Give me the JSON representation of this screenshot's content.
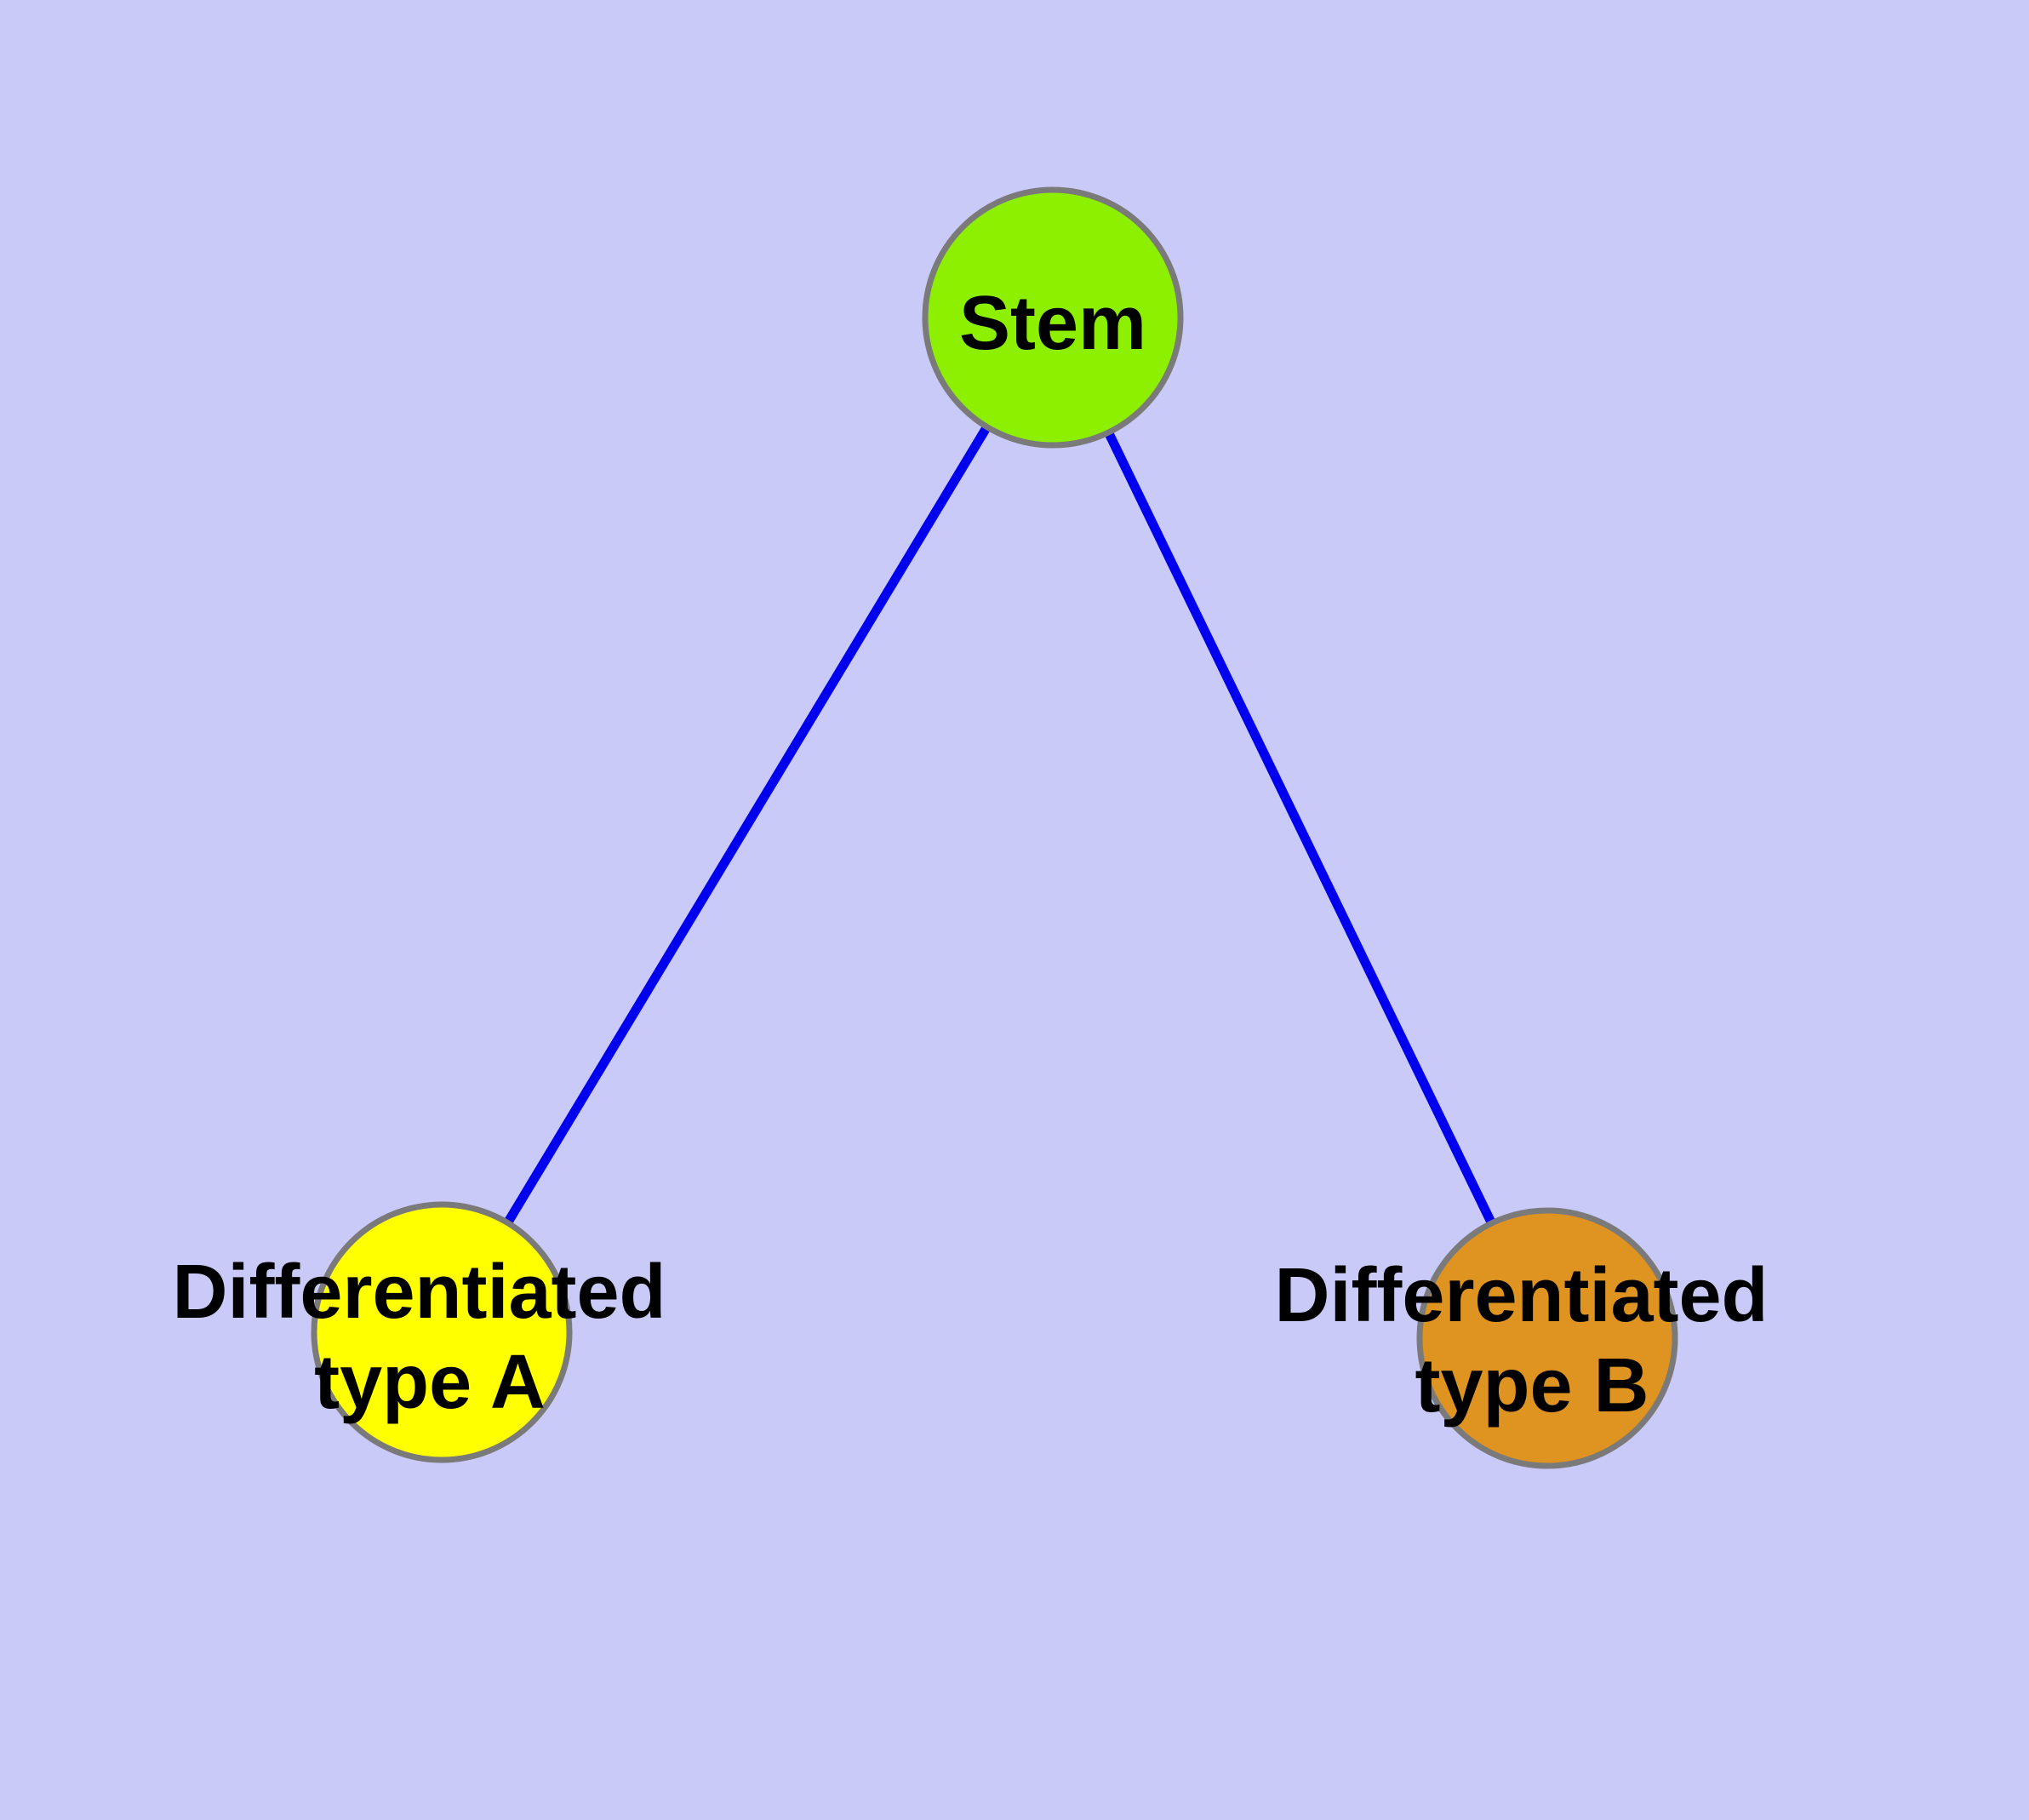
{
  "diagram": {
    "title": "Stem cell differentiation diagram",
    "background_color": "#CACAF8",
    "edge_color": "#0000EE",
    "node_border_color": "#7A7A7A",
    "label_color": "#000000",
    "nodes": [
      {
        "id": "stem",
        "label_lines": [
          "Stem"
        ],
        "fill": "#8CF000"
      },
      {
        "id": "differentiated-type-a",
        "label_lines": [
          "Differentiated",
          "type A"
        ],
        "fill": "#FFFF00"
      },
      {
        "id": "differentiated-type-b",
        "label_lines": [
          "Differentiated",
          "type B"
        ],
        "fill": "#DF9321"
      }
    ],
    "edges": [
      {
        "from": "stem",
        "to": "differentiated-type-a"
      },
      {
        "from": "stem",
        "to": "differentiated-type-b"
      }
    ]
  }
}
